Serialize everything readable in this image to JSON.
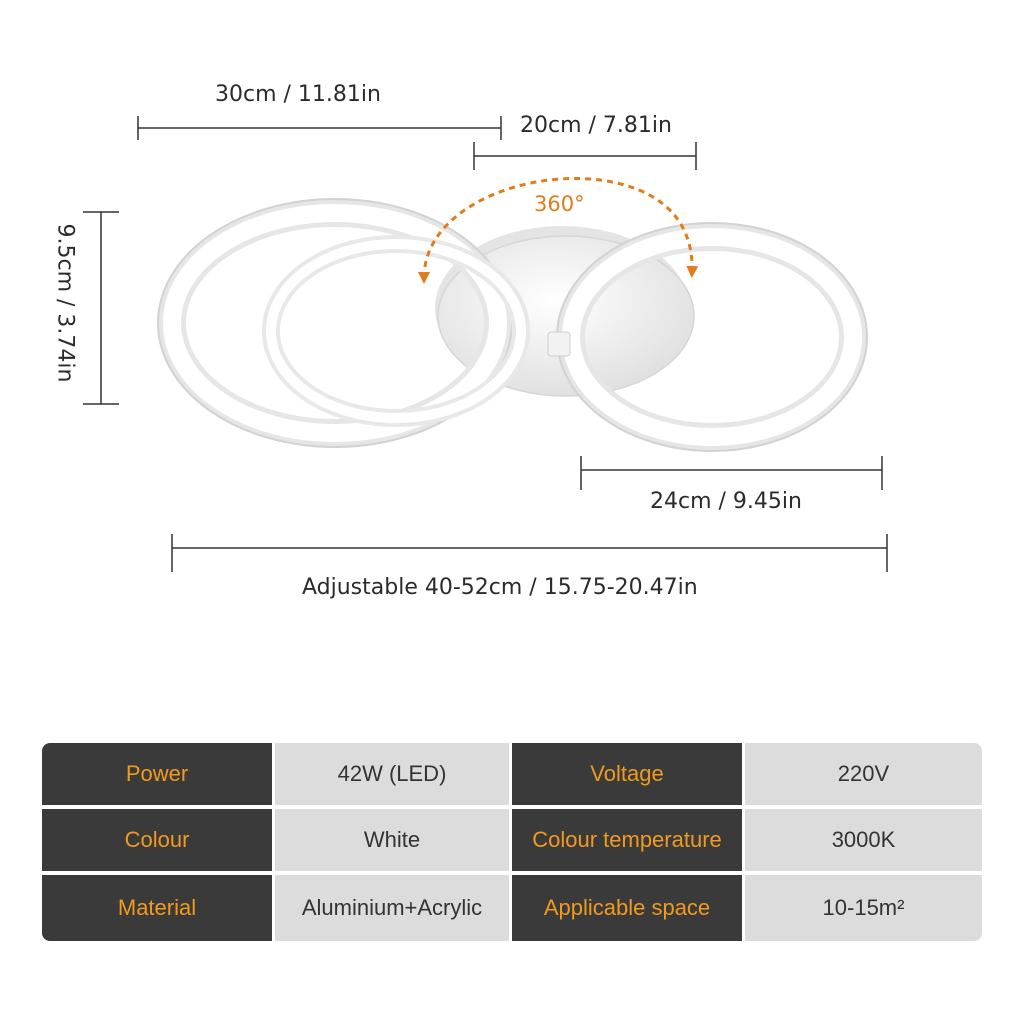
{
  "dimensions": {
    "ring_diameter": "30cm / 11.81in",
    "ring_inner": "20cm / 7.81in",
    "height": "9.5cm / 3.74in",
    "small_ring": "24cm / 9.45in",
    "total_length": "Adjustable 40-52cm / 15.75-20.47in",
    "rotation": "360°"
  },
  "colors": {
    "accent": "#e07c1a",
    "label_text": "#f19a1e",
    "header_bg": "#3a3a3a",
    "value_bg": "#dcdcdc"
  },
  "specs": [
    {
      "k1": "Power",
      "v1": "42W (LED)",
      "k2": "Voltage",
      "v2": "220V"
    },
    {
      "k1": "Colour",
      "v1": "White",
      "k2": "Colour temperature",
      "v2": "3000K"
    },
    {
      "k1": "Material",
      "v1": "Aluminium+Acrylic",
      "k2": "Applicable space",
      "v2": "10-15m²"
    }
  ]
}
